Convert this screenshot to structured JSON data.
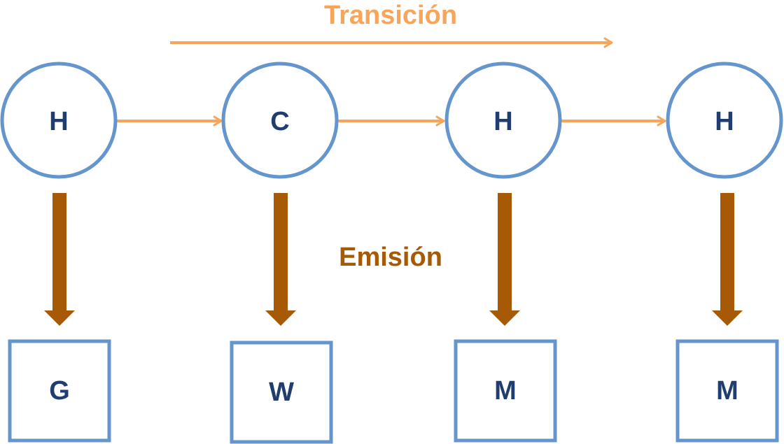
{
  "labels": {
    "transition": "Transición",
    "emission": "Emisión"
  },
  "colors": {
    "transition": "#f8a55a",
    "emission": "#a65a05",
    "node_stroke": "#6495cc",
    "node_text": "#1f3d6e"
  },
  "hidden_states": [
    "H",
    "C",
    "H",
    "H"
  ],
  "observations": [
    "G",
    "W",
    "M",
    "M"
  ]
}
